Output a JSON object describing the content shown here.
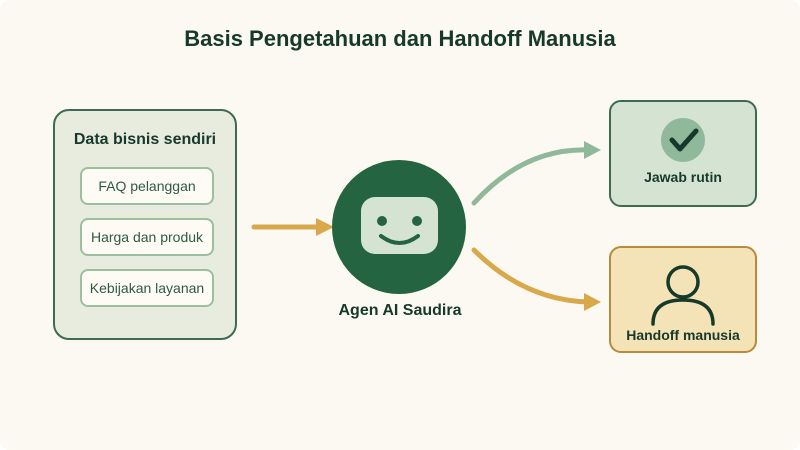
{
  "title": "Basis Pengetahuan dan Handoff Manusia",
  "source": {
    "title": "Data bisnis sendiri",
    "items": [
      "FAQ pelanggan",
      "Harga dan produk",
      "Kebijakan layanan"
    ]
  },
  "agent": {
    "label": "Agen AI Saudira",
    "icon": "smiley-face-icon"
  },
  "outputs": {
    "routine": {
      "label": "Jawab rutin",
      "icon": "checkmark-icon"
    },
    "handoff": {
      "label": "Handoff manusia",
      "icon": "person-icon"
    }
  },
  "colors": {
    "background": "#fbf9f2",
    "dark_green": "#246440",
    "light_green": "#e7ecdf",
    "sage_arrow": "#8fb99a",
    "gold_arrow": "#d9a84a",
    "handoff_fill": "#f4e3b6"
  }
}
